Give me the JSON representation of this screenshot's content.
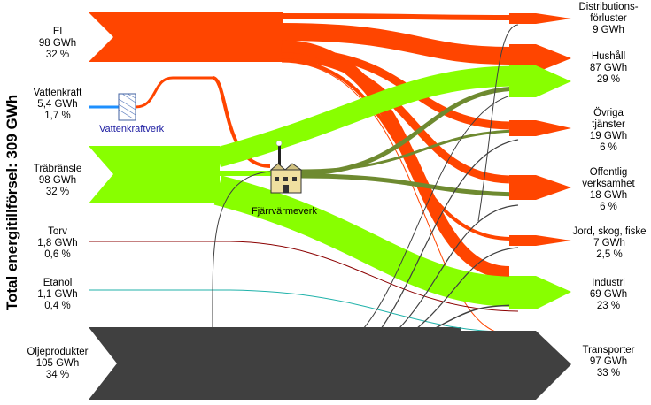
{
  "title": "Total energitillförsel: 309 GWh",
  "colors": {
    "el": "#ff4500",
    "bio": "#88ff00",
    "oil": "#404040",
    "fjv": "#6e8a30",
    "torv": "#8b0000",
    "etanol": "#20b2aa",
    "vatten": "#1e90ff"
  },
  "sources": [
    {
      "name": "El",
      "value": "98 GWh",
      "share": "32 %"
    },
    {
      "name": "Vattenkraft",
      "value": "5,4 GWh",
      "share": "1,7 %"
    },
    {
      "name": "Träbränsle",
      "value": "98 GWh",
      "share": "32 %"
    },
    {
      "name": "Torv",
      "value": "1,8 GWh",
      "share": "0,6 %"
    },
    {
      "name": "Etanol",
      "value": "1,1 GWh",
      "share": "0,4 %"
    },
    {
      "name": "Oljeprodukter",
      "value": "105 GWh",
      "share": "34 %"
    }
  ],
  "sinks": [
    {
      "name": "Distributions-",
      "name2": "förluster",
      "value": "9 GWh",
      "share": ""
    },
    {
      "name": "Hushåll",
      "name2": "",
      "value": "87 GWh",
      "share": "29 %"
    },
    {
      "name": "Övriga",
      "name2": "tjänster",
      "value": "19 GWh",
      "share": "6 %"
    },
    {
      "name": "Offentlig",
      "name2": "verksamhet",
      "value": "18 GWh",
      "share": "6 %"
    },
    {
      "name": "Jord, skog, fiske",
      "name2": "",
      "value": "7 GWh",
      "share": "2,5 %"
    },
    {
      "name": "Industri",
      "name2": "",
      "value": "69 GWh",
      "share": "23 %"
    },
    {
      "name": "Transporter",
      "name2": "",
      "value": "97 GWh",
      "share": "33 %"
    }
  ],
  "plants": {
    "vattenkraftverk": "Vattenkraftverk",
    "fjarrvarmeverk": "Fjärrvärmeverk"
  }
}
